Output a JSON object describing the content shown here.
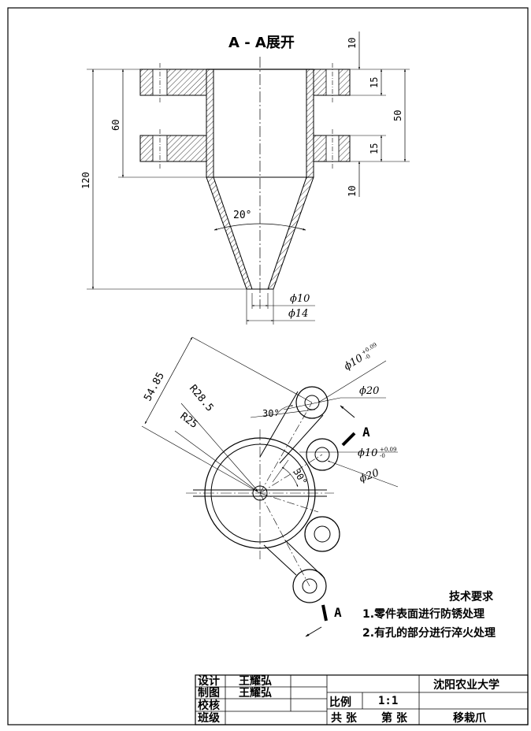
{
  "section_title": "A - A展开",
  "dimensions": {
    "top_thickness": "10",
    "plate_top": "15",
    "plate_span": "50",
    "plate_bottom": "15",
    "bottom_thickness": "10",
    "height_60": "60",
    "height_120": "120",
    "cone_angle": "20°",
    "dia_inner": "ϕ10",
    "dia_outer": "ϕ14",
    "diag_len": "54.85",
    "r_outer": "R28.5",
    "r_inner": "R25",
    "angle_a": "30°",
    "angle_b": "30°",
    "hole1": "ϕ10",
    "hole1_tol_up": "+0.09",
    "hole1_tol_dn": "-0",
    "boss1": "ϕ20",
    "hole2": "ϕ10",
    "hole2_tol_up": "+0.09",
    "hole2_tol_dn": "-0",
    "boss2": "ϕ20"
  },
  "section_marks": {
    "top": "A",
    "bottom": "A"
  },
  "tech": {
    "title": "技术要求",
    "items": [
      "1.零件表面进行防锈处理",
      "2.有孔的部分进行淬火处理"
    ]
  },
  "title_block": {
    "design_label": "设计",
    "design_name": "王耀弘",
    "draw_label": "制图",
    "draw_name": "王耀弘",
    "check_label": "校核",
    "class_label": "班级",
    "scale_label": "比例",
    "scale_value": "1:1",
    "total_label": "共 张",
    "sheet_label": "第 张",
    "school": "沈阳农业大学",
    "part_name": "移栽爪"
  }
}
